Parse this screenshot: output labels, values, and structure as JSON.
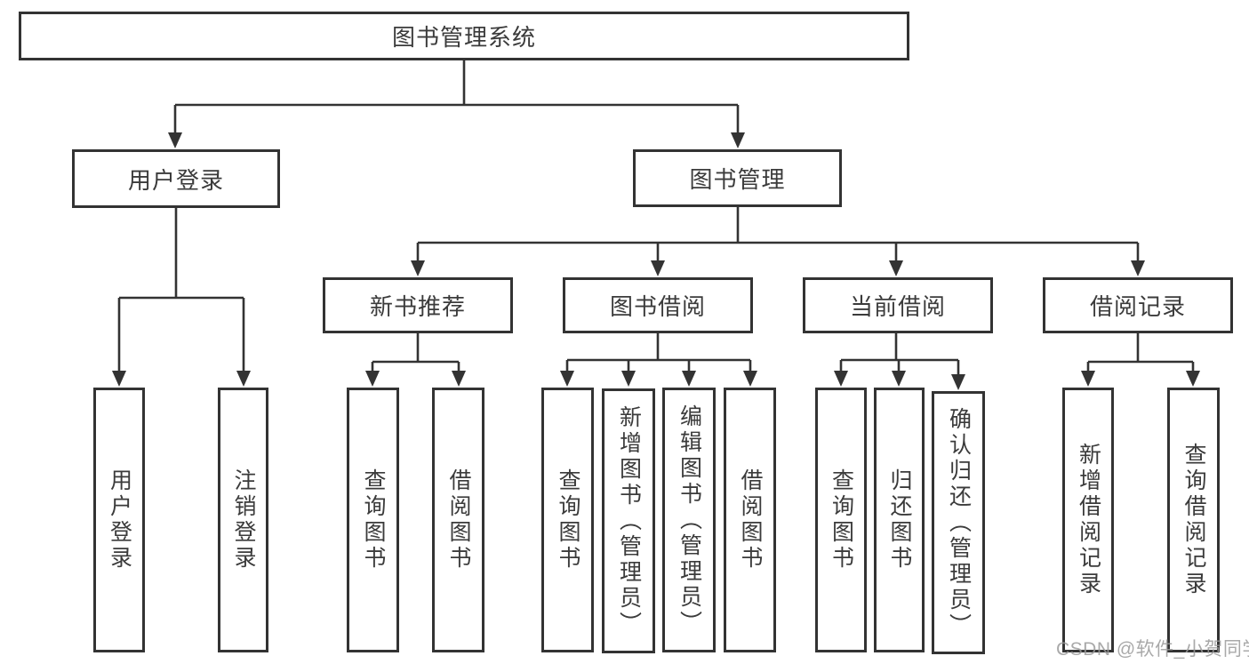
{
  "colors": {
    "line": "#333333",
    "box_border": "#333333",
    "text": "#3b3b3b",
    "watermark": "#9b9b9b",
    "background": "#ffffff"
  },
  "watermark": "CSDN @软件_小贺同学",
  "tree": {
    "label": "图书管理系统",
    "children": [
      {
        "label": "用户登录",
        "children": [
          {
            "label": "用户登录"
          },
          {
            "label": "注销登录"
          }
        ]
      },
      {
        "label": "图书管理",
        "children": [
          {
            "label": "新书推荐",
            "children": [
              {
                "label": "查询图书"
              },
              {
                "label": "借阅图书"
              }
            ]
          },
          {
            "label": "图书借阅",
            "children": [
              {
                "label": "查询图书"
              },
              {
                "label": "新增图书（管理员）"
              },
              {
                "label": "编辑图书（管理员）"
              },
              {
                "label": "借阅图书"
              }
            ]
          },
          {
            "label": "当前借阅",
            "children": [
              {
                "label": "查询图书"
              },
              {
                "label": "归还图书"
              },
              {
                "label": "确认归还（管理员）"
              }
            ]
          },
          {
            "label": "借阅记录",
            "children": [
              {
                "label": "新增借阅记录"
              },
              {
                "label": "查询借阅记录"
              }
            ]
          }
        ]
      }
    ]
  }
}
